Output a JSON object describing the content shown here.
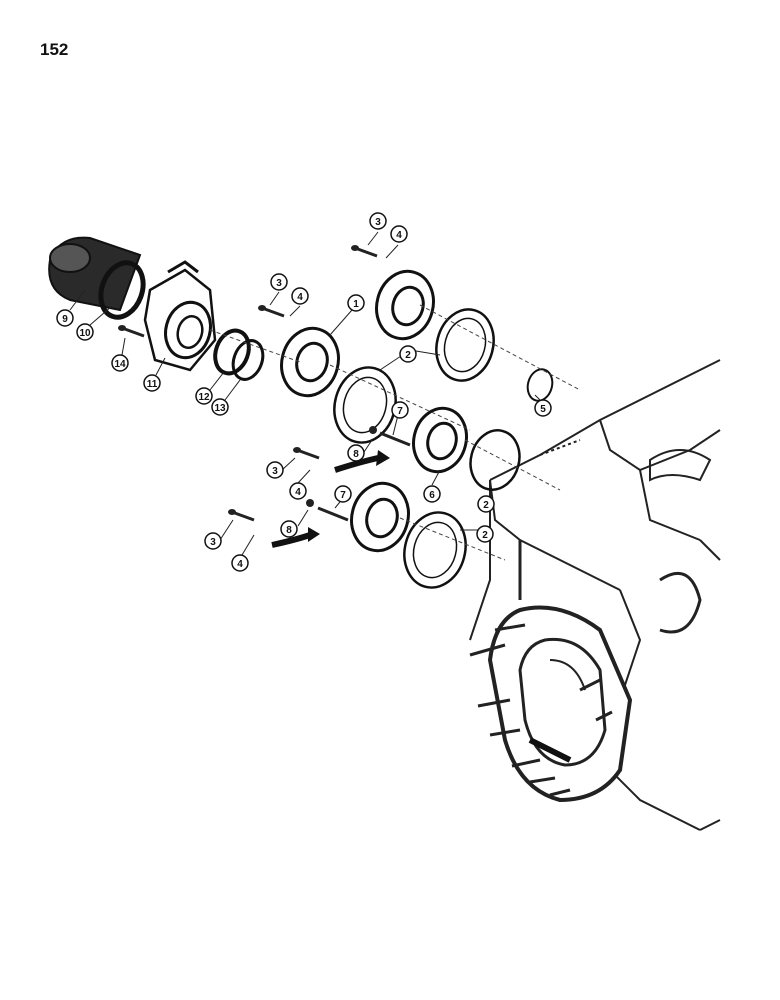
{
  "page": {
    "number": "152"
  },
  "callouts": {
    "c1": "1",
    "c2a": "2",
    "c2b": "2",
    "c2c": "2",
    "c3a": "3",
    "c3b": "3",
    "c3c": "3",
    "c3d": "3",
    "c4a": "4",
    "c4b": "4",
    "c4c": "4",
    "c4d": "4",
    "c5": "5",
    "c6": "6",
    "c7a": "7",
    "c7b": "7",
    "c8a": "8",
    "c8b": "8",
    "c9": "9",
    "c10": "10",
    "c11": "11",
    "c12": "12",
    "c13": "13",
    "c14": "14"
  }
}
